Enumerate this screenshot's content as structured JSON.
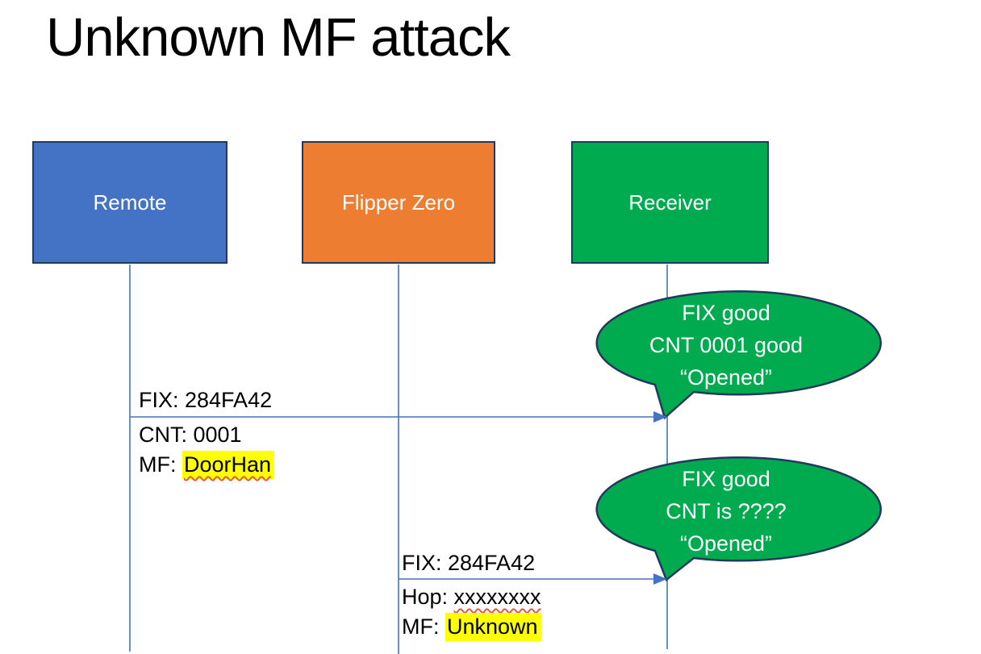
{
  "slide": {
    "title": "Unknown MF attack"
  },
  "colors": {
    "remote_fill": "#4472c4",
    "flipper_fill": "#ed7d31",
    "receiver_fill": "#00ab50",
    "shape_border": "#20395c",
    "connector": "#4472c4",
    "highlight": "#ffff00",
    "squiggle": "#e8554a",
    "bubble_fill": "#00ab50",
    "bubble_text": "#ffffff"
  },
  "actors": [
    {
      "label": "Remote"
    },
    {
      "label": "Flipper Zero"
    },
    {
      "label": "Receiver"
    }
  ],
  "messages": [
    {
      "from": "Remote",
      "to": "Receiver",
      "above": "FIX: 284FA42",
      "row1": "CNT: 0001",
      "row2_prefix": "MF: ",
      "row2_mark": "DoorHan"
    },
    {
      "from": "Flipper Zero",
      "to": "Receiver",
      "above": "FIX: 284FA42",
      "row1_prefix": "Hop: ",
      "row1_squiggle": "xxxxxxxx",
      "row2_prefix": "MF: ",
      "row2_mark": "Unknown"
    }
  ],
  "callouts": [
    {
      "lines": [
        "FIX good",
        "CNT 0001 good",
        "“Opened”"
      ]
    },
    {
      "lines": [
        "FIX good",
        "CNT is ????",
        "“Opened”"
      ]
    }
  ]
}
